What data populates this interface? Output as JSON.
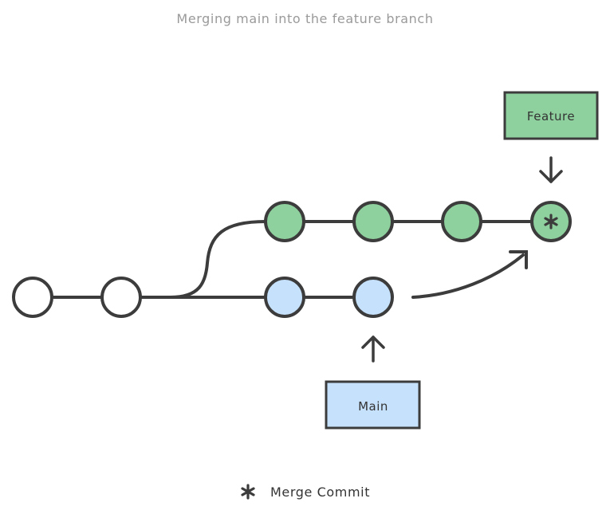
{
  "diagram": {
    "title": "Merging main into the feature branch",
    "labels": {
      "feature": "Feature",
      "main": "Main"
    },
    "legend": {
      "merge_commit": "Merge Commit"
    },
    "colors": {
      "stroke": "#3c3c3c",
      "commit_plain": "#ffffff",
      "commit_feature": "#8fd19e",
      "commit_main": "#c6e1fb",
      "label_feature": "#8fd19e",
      "label_main": "#c6e1fb",
      "merge_glyph": "#3c3c3c"
    },
    "icons": {
      "merge": "asterisk-icon",
      "pointer": "arrow-icon"
    }
  }
}
